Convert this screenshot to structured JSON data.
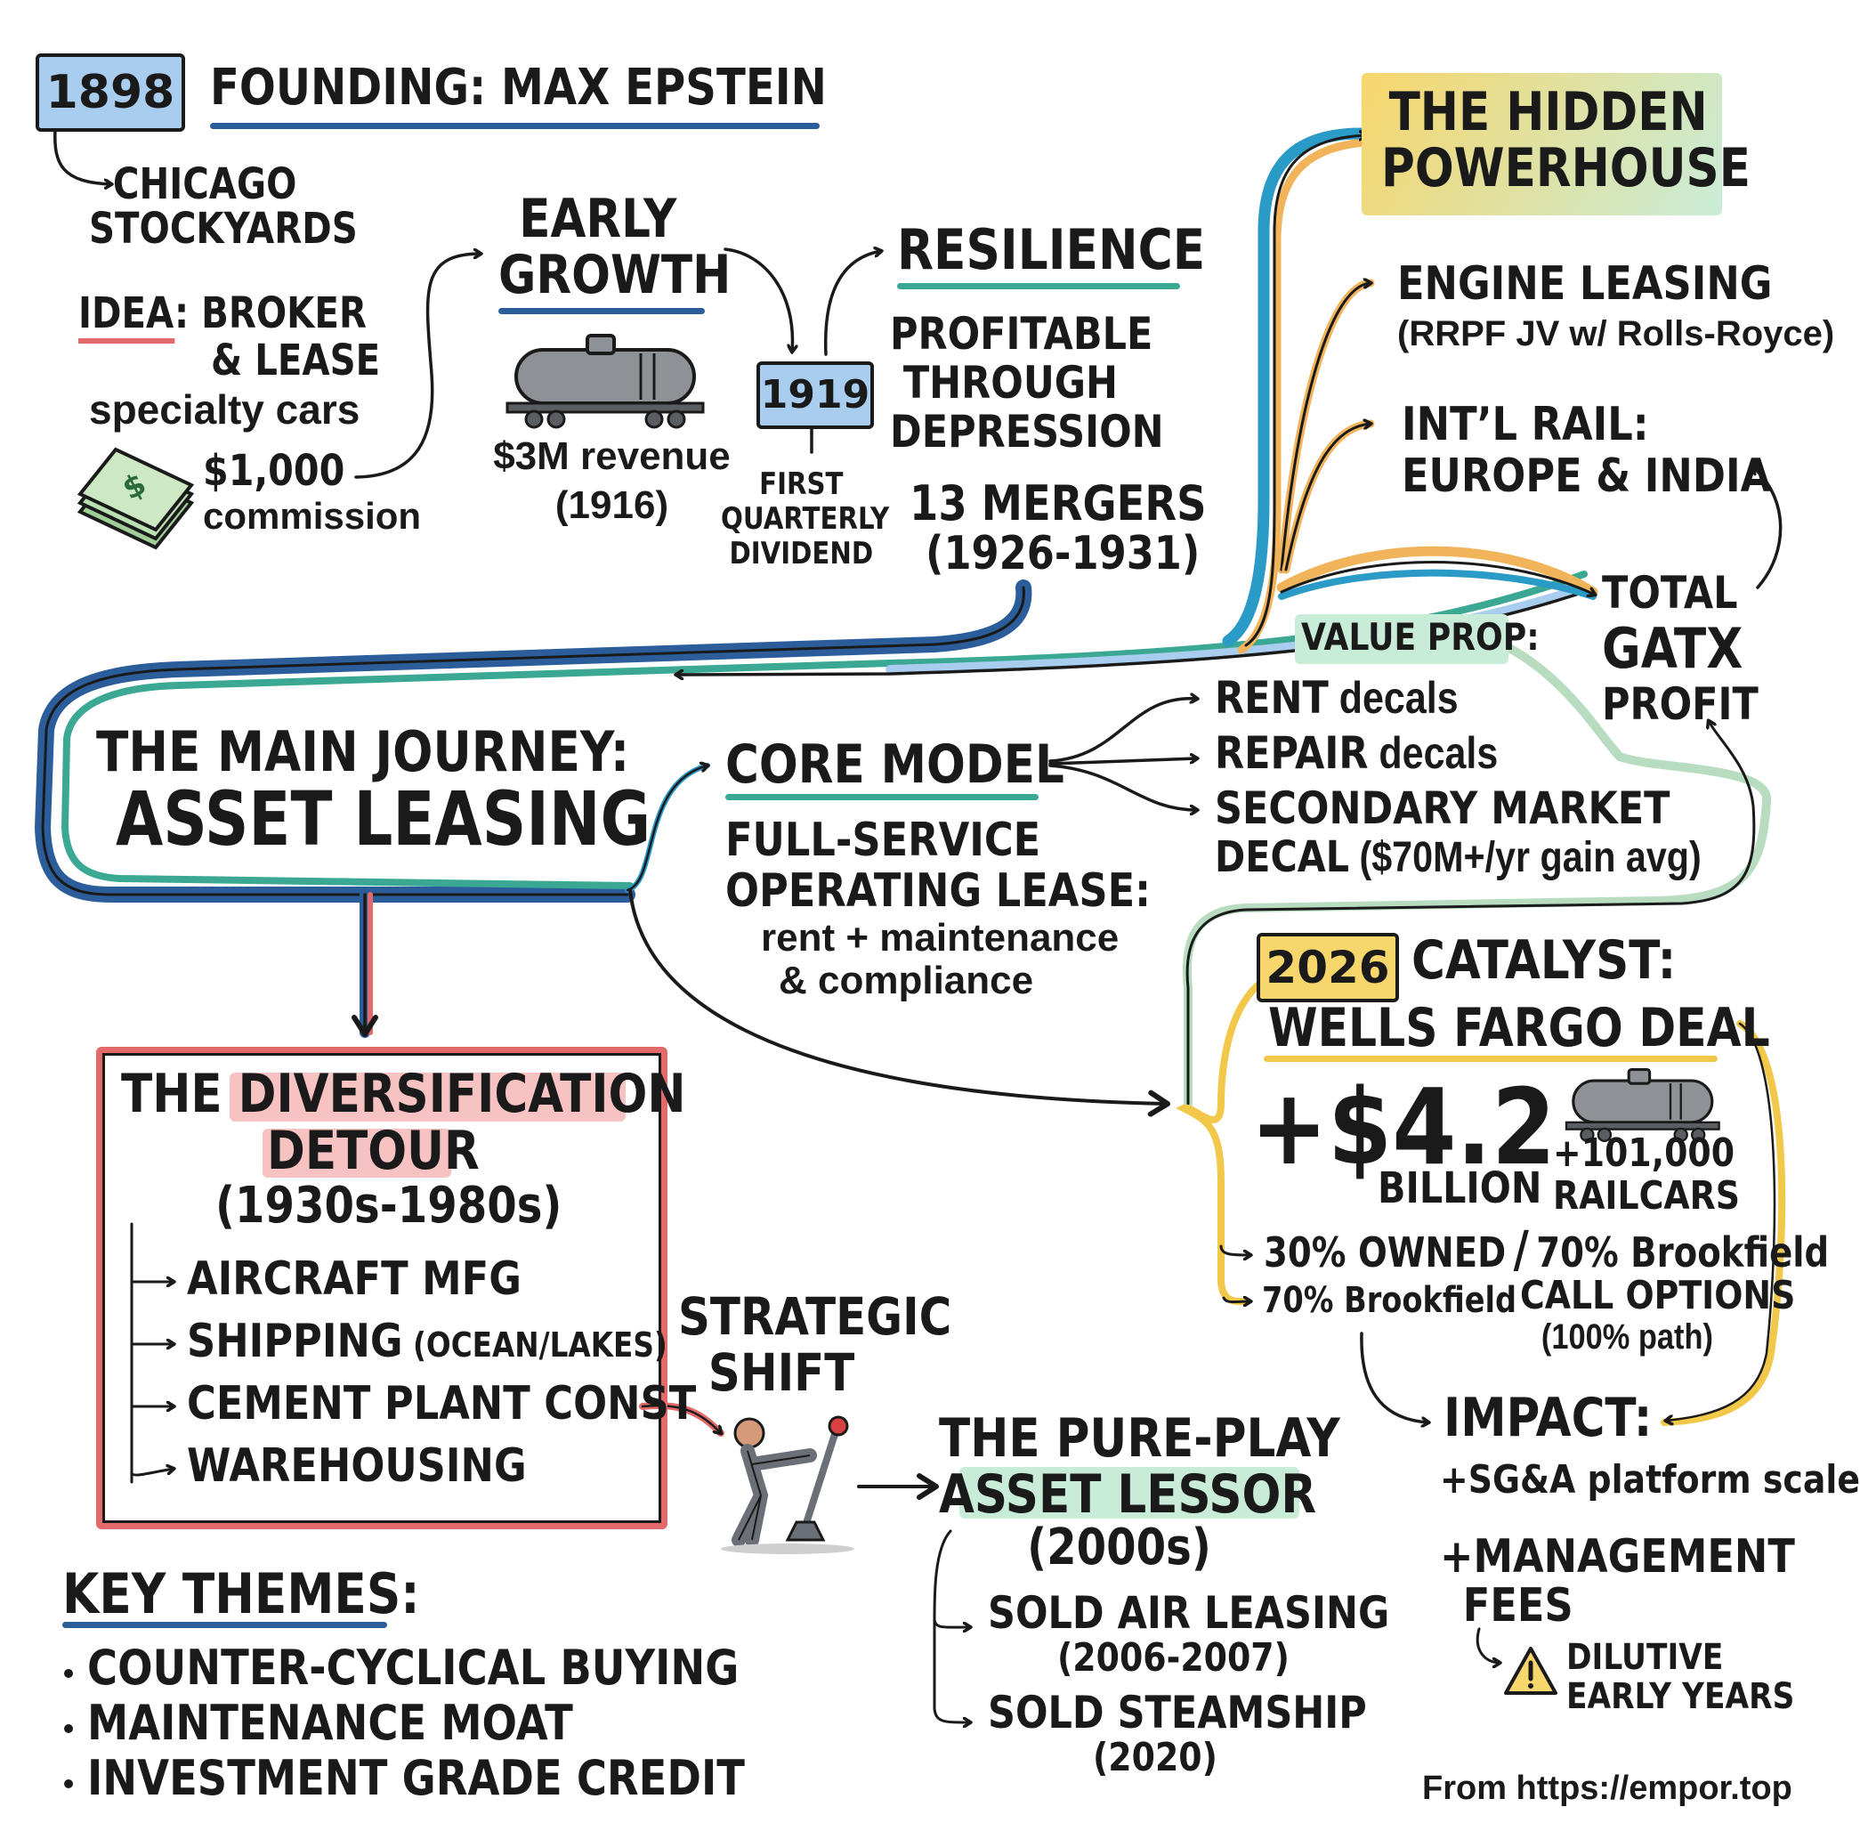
{
  "founding": {
    "year": "1898",
    "title": "FOUNDING: MAX EPSTEIN",
    "location": [
      "CHICAGO",
      "STOCKYARDS"
    ],
    "idea_label": "IDEA",
    "idea_text": [
      ": BROKER",
      "& LEASE",
      "specialty cars"
    ],
    "commission_amount": "$1,000",
    "commission_label": "commission"
  },
  "early_growth": {
    "title": [
      "EARLY",
      "GROWTH"
    ],
    "revenue": "$3M revenue",
    "revenue_year": "(1916)"
  },
  "dividend": {
    "year": "1919",
    "label": [
      "FIRST",
      "QUARTERLY",
      "DIVIDEND"
    ]
  },
  "resilience": {
    "title": "RESILIENCE",
    "text": [
      "PROFITABLE",
      "THROUGH",
      "DEPRESSION"
    ],
    "mergers": "13 MERGERS",
    "mergers_years": "(1926-1931)"
  },
  "powerhouse": {
    "title": [
      "THE HIDDEN",
      "POWERHOUSE"
    ],
    "engine_title": "ENGINE LEASING",
    "engine_detail": "(RRPF JV w/ Rolls-Royce)",
    "intl_title": [
      "INT’L RAIL:",
      "EUROPE & INDIA"
    ],
    "total_profit": [
      "TOTAL",
      "GATX",
      "PROFIT"
    ]
  },
  "main_journey": {
    "subtitle": "THE MAIN JOURNEY:",
    "title": "ASSET LEASING"
  },
  "core_model": {
    "title": "CORE MODEL",
    "lease": [
      "FULL-SERVICE",
      "OPERATING LEASE:"
    ],
    "lease_detail": [
      "rent + maintenance",
      "& compliance"
    ],
    "value_prop": "VALUE PROP:",
    "decals": [
      {
        "head": "RENT",
        "tail": " decals"
      },
      {
        "head": "REPAIR",
        "tail": " decals"
      },
      {
        "head": "SECONDARY MARKET",
        "tail": ""
      },
      {
        "head": "DECAL",
        "tail": " ($70M+/yr gain avg)"
      }
    ]
  },
  "diversification": {
    "title_pre": "THE ",
    "title_hl": "DIVERSIFICATION",
    "title_hl2": "DETOUR",
    "years": "(1930s-1980s)",
    "items": [
      {
        "main": "AIRCRAFT MFG",
        "sub": ""
      },
      {
        "main": "SHIPPING",
        "sub": " (OCEAN/LAKES)"
      },
      {
        "main": "CEMENT PLANT CONST",
        "sub": ""
      },
      {
        "main": "WAREHOUSING",
        "sub": ""
      }
    ]
  },
  "strategic_shift": {
    "label": [
      "STRATEGIC",
      "SHIFT"
    ]
  },
  "pure_play": {
    "title": [
      "THE PURE-PLAY",
      "ASSET LESSOR"
    ],
    "years": "(2000s)",
    "items": [
      {
        "main": "SOLD AIR LEASING",
        "years": "(2006-2007)"
      },
      {
        "main": "SOLD STEAMSHIP",
        "years": "(2020)"
      }
    ]
  },
  "catalyst": {
    "year": "2026",
    "title": "CATALYST:",
    "deal": "WELLS FARGO DEAL",
    "amount": "+$4.2",
    "amount_unit": "BILLION",
    "railcars": "+101,000",
    "railcars_label": "RAILCARS",
    "ownership_1": "30% OWNED",
    "ownership_sep": "/",
    "ownership_2": "70% Brookfield",
    "ownership_3": "70% Brookfield",
    "call_options": "CALL OPTIONS",
    "call_path": "(100% path)"
  },
  "impact": {
    "title": "IMPACT:",
    "sga": "+SG&A platform scale",
    "mgmt": [
      "+MANAGEMENT",
      "FEES"
    ],
    "dilutive": [
      "DILUTIVE",
      "EARLY YEARS"
    ]
  },
  "key_themes": {
    "title": "KEY THEMES:",
    "items": [
      "COUNTER-CYCLICAL BUYING",
      "MAINTENANCE MOAT",
      "INVESTMENT GRADE CREDIT"
    ]
  },
  "footer": "From https://empor.top",
  "colors": {
    "blue": "#2b5d9b",
    "teal": "#3aa892",
    "red": "#e26a6a",
    "orange": "#f2b45a",
    "yellow": "#f2c84b",
    "green_light": "#b8dcc0",
    "tag_blue": "#a9cdee",
    "tag_yellow": "#f7d66b",
    "highlight_green": "#c9ecd8",
    "highlight_red": "#f7c2c2"
  },
  "icons": [
    "tank-car-icon",
    "money-stack-icon",
    "lever-person-icon",
    "warning-icon",
    "arrow-icon"
  ]
}
